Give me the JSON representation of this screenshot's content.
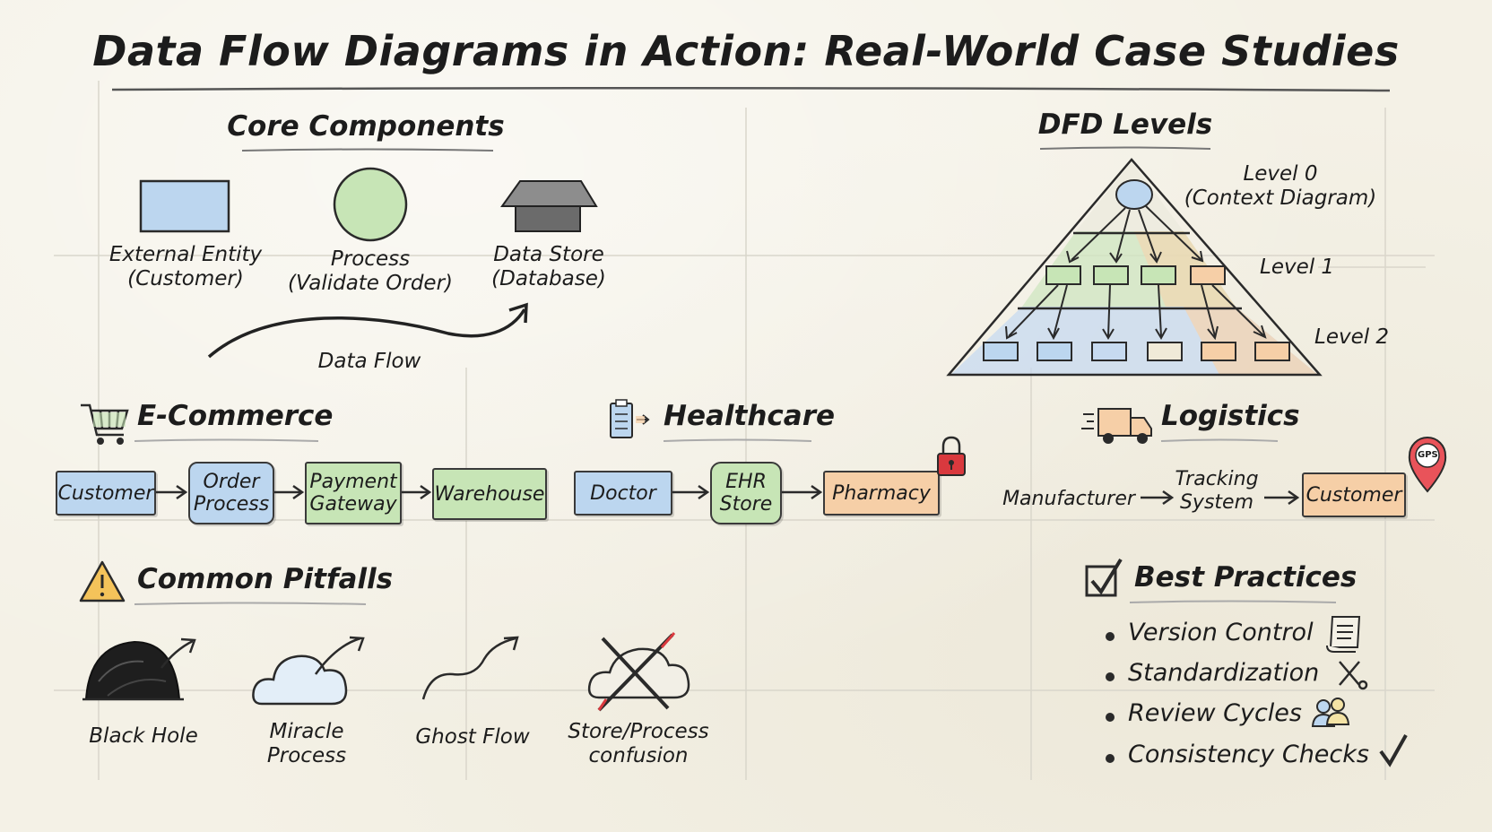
{
  "title": "Data Flow Diagrams in Action: Real-World Case Studies",
  "core": {
    "heading": "Core Components",
    "external_entity": [
      "External Entity",
      "(Customer)"
    ],
    "process": [
      "Process",
      "(Validate Order)"
    ],
    "data_store": [
      "Data Store",
      "(Database)"
    ],
    "data_flow": "Data Flow"
  },
  "levels": {
    "heading": "DFD Levels",
    "level0": [
      "Level 0",
      "(Context Diagram)"
    ],
    "level1": "Level 1",
    "level2": "Level 2"
  },
  "ecommerce": {
    "heading": "E-Commerce",
    "customer": "Customer",
    "order_process": [
      "Order",
      "Process"
    ],
    "payment_gateway": [
      "Payment",
      "Gateway"
    ],
    "warehouse": "Warehouse"
  },
  "healthcare": {
    "heading": "Healthcare",
    "doctor": "Doctor",
    "ehr_store": [
      "EHR",
      "Store"
    ],
    "pharmacy": "Pharmacy"
  },
  "logistics": {
    "heading": "Logistics",
    "manufacturer": "Manufacturer",
    "tracking_system": [
      "Tracking",
      "System"
    ],
    "customer": "Customer",
    "gps_pin": "GPS"
  },
  "pitfalls": {
    "heading": "Common Pitfalls",
    "black_hole": "Black Hole",
    "miracle_process": [
      "Miracle",
      "Process"
    ],
    "ghost_flow": "Ghost Flow",
    "store_process_confusion": [
      "Store/Process",
      "confusion"
    ]
  },
  "best_practices": {
    "heading": "Best Practices",
    "items": [
      "Version Control",
      "Standardization",
      "Review Cycles",
      "Consistency Checks"
    ]
  },
  "colors": {
    "blue": "#bcd6ef",
    "green": "#c7e5b6",
    "orange": "#f6cfa7",
    "ink": "#2a2a2a",
    "lock_red": "#d9393e"
  }
}
